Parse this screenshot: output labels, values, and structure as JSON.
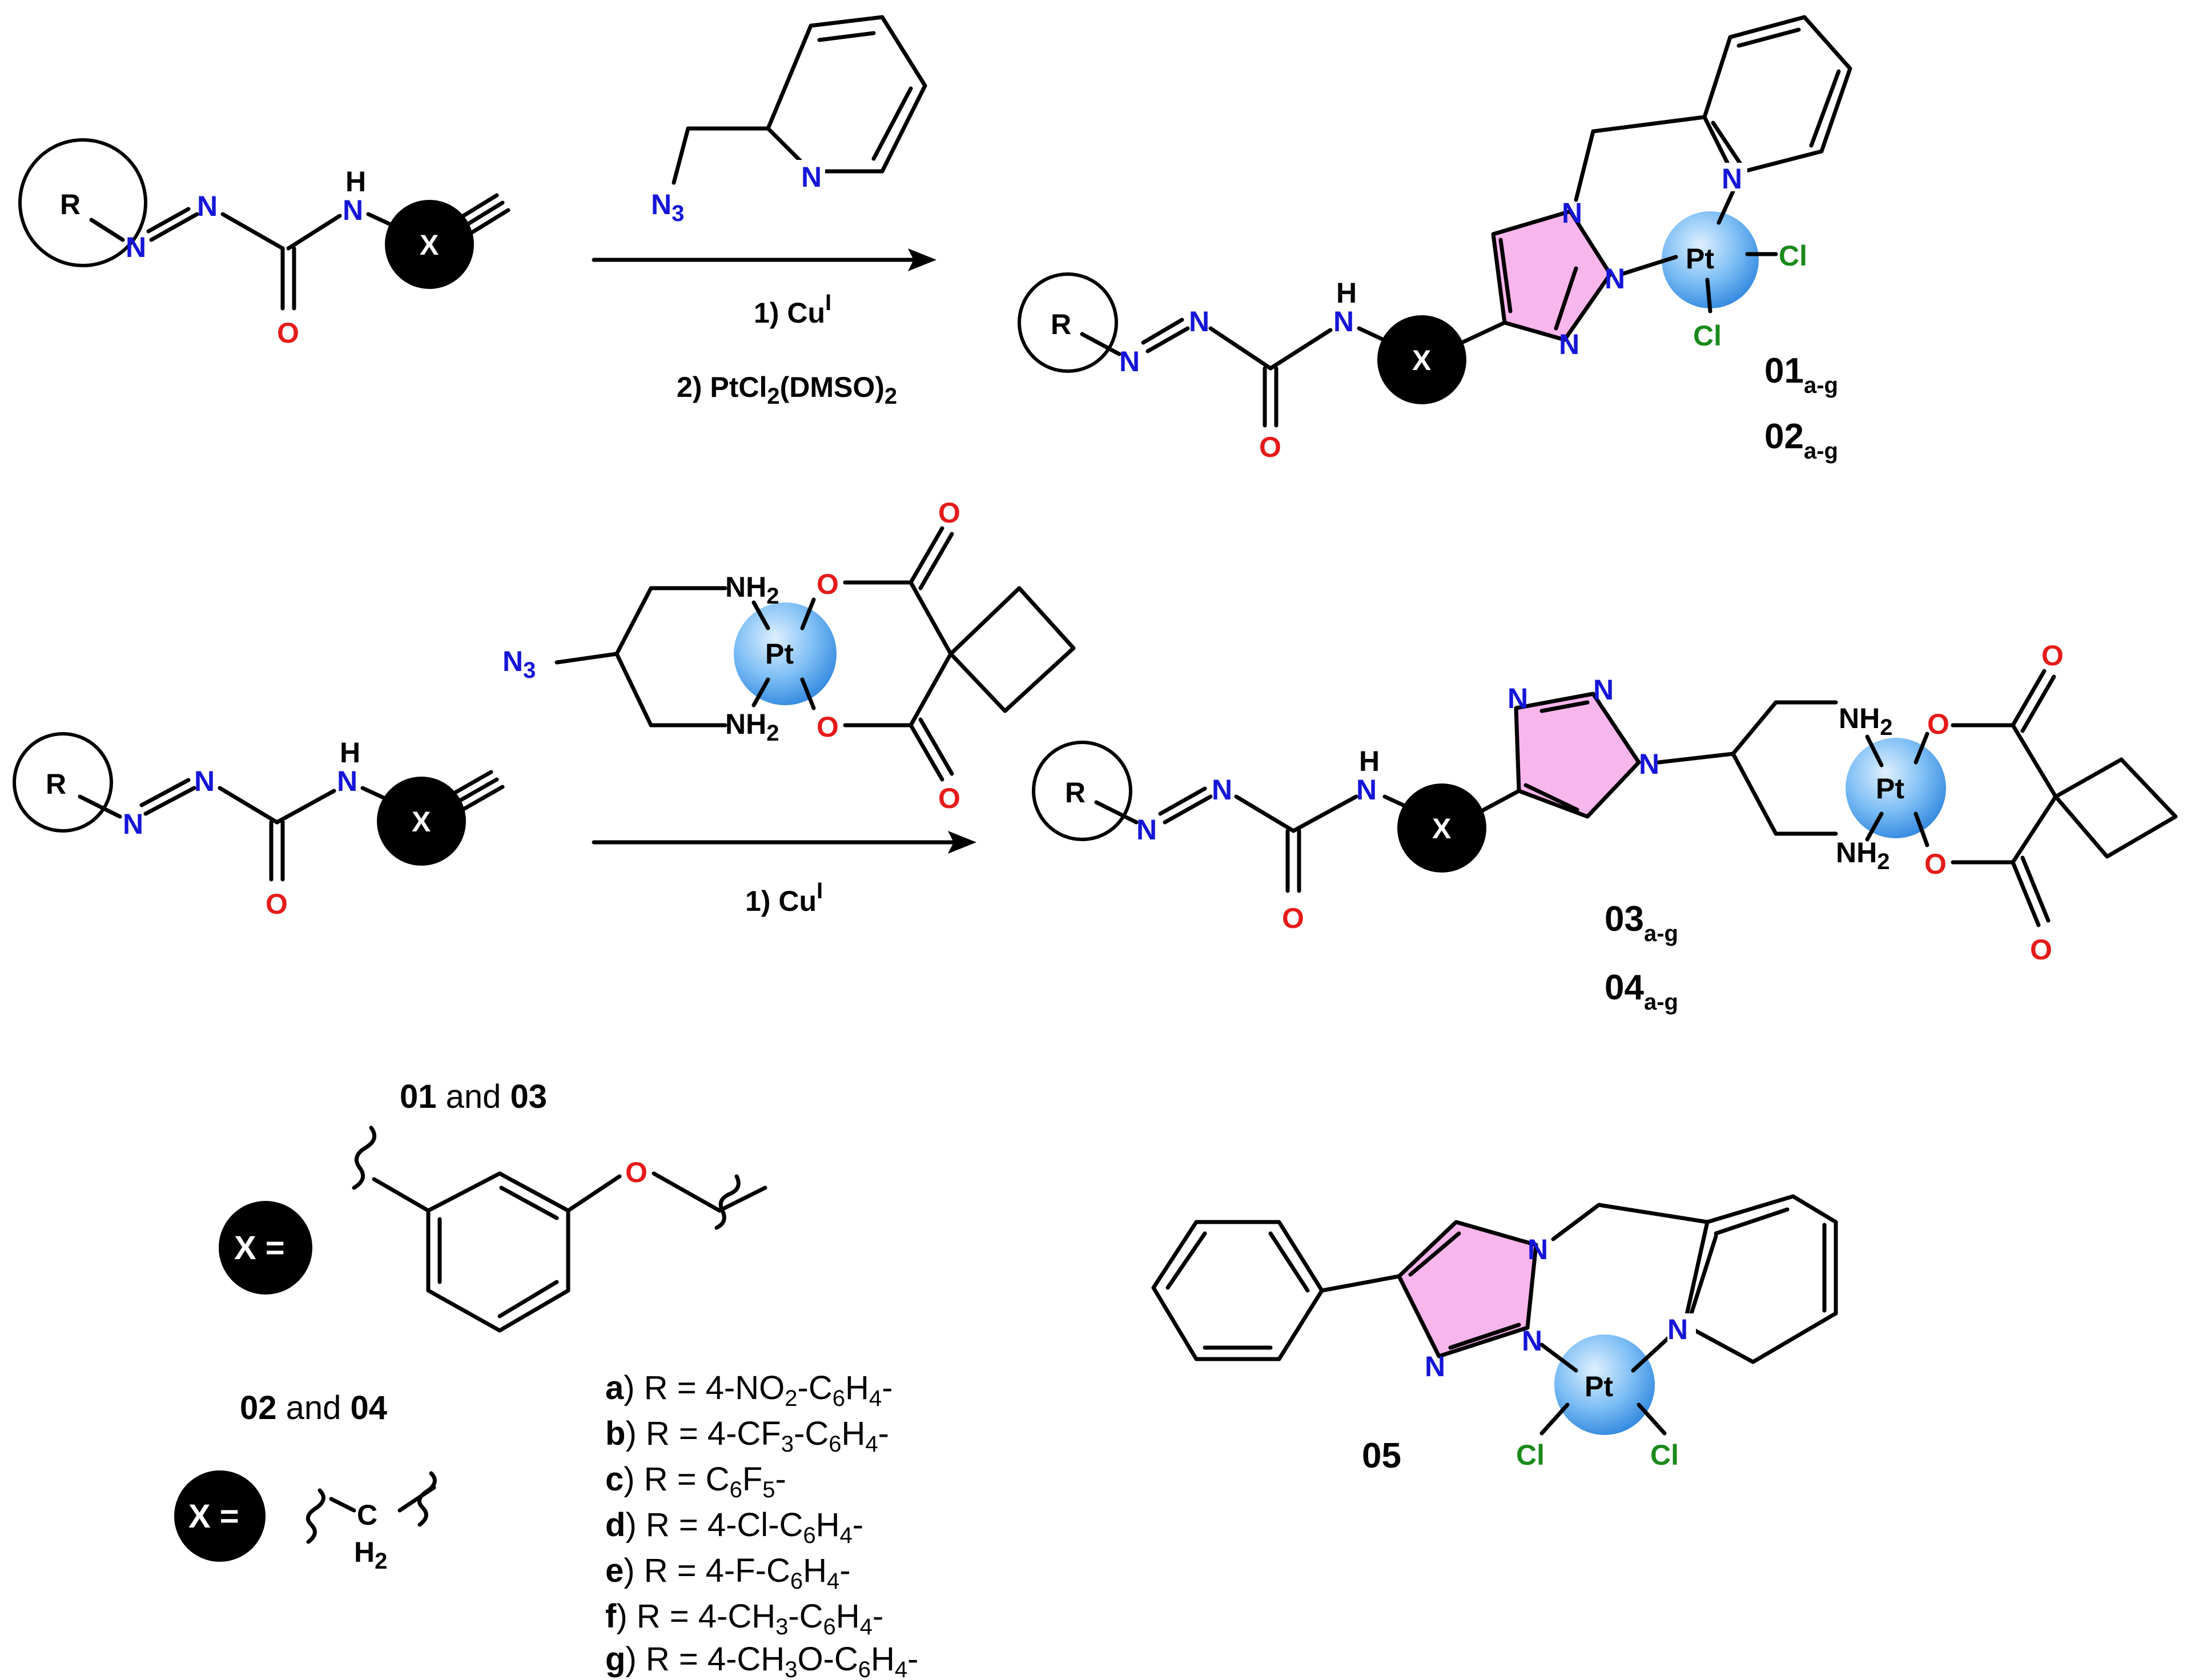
{
  "atoms": {
    "R": "R",
    "N": "N",
    "H": "H",
    "O": "O",
    "X": "X",
    "N3": "N",
    "N3_sub": "3",
    "Pt": "Pt",
    "Cl": "Cl",
    "NH2": "NH",
    "NH2_sub": "2",
    "H2": "H",
    "H2_sub": "2",
    "C": "C"
  },
  "reaction1": {
    "step1": "1) Cu",
    "step1_sup": "I",
    "step2_a": "2) PtCl",
    "step2_sub1": "2",
    "step2_b": "(DMSO)",
    "step2_sub2": "2",
    "product_codes": [
      {
        "base": "01",
        "sub": "a-g"
      },
      {
        "base": "02",
        "sub": "a-g"
      }
    ]
  },
  "reaction2": {
    "step1": "1) Cu",
    "step1_sup": "I",
    "product_codes": [
      {
        "base": "03",
        "sub": "a-g"
      },
      {
        "base": "04",
        "sub": "a-g"
      }
    ]
  },
  "legend": {
    "group1": {
      "a": "01",
      "and": " and ",
      "b": "03"
    },
    "group2": {
      "a": "02",
      "and": " and ",
      "b": "04"
    },
    "x_label": "X ="
  },
  "r_list": [
    {
      "key": "a",
      "parts": [
        ") R = 4-NO",
        "2",
        "-C",
        "6",
        "H",
        "4",
        "-"
      ]
    },
    {
      "key": "b",
      "parts": [
        ") R = 4-CF",
        "3",
        "-C",
        "6",
        "H",
        "4",
        "-"
      ]
    },
    {
      "key": "c",
      "parts": [
        ") R = C",
        "6",
        "F",
        "5",
        "-"
      ]
    },
    {
      "key": "d",
      "parts": [
        ") R = 4-Cl-C",
        "6",
        "H",
        "4",
        "-"
      ]
    },
    {
      "key": "e",
      "parts": [
        ") R = 4-F-C",
        "6",
        "H",
        "4",
        "-"
      ]
    },
    {
      "key": "f",
      "parts": [
        ") R = 4-CH",
        "3",
        "-C",
        "6",
        "H",
        "4",
        "-"
      ]
    },
    {
      "key": "g",
      "parts": [
        ") R = 4-CH",
        "3",
        "O-C",
        "6",
        "H",
        "4",
        "-"
      ]
    }
  ],
  "compound5": {
    "code": "05"
  },
  "colors": {
    "nitrogen": "#1515d8",
    "oxygen": "#e61a1a",
    "chlorine": "#1a8a1a",
    "triazole": "#f8b6ec",
    "platinum_light": "#cfe8ff",
    "platinum_dark": "#3a8fe0"
  }
}
